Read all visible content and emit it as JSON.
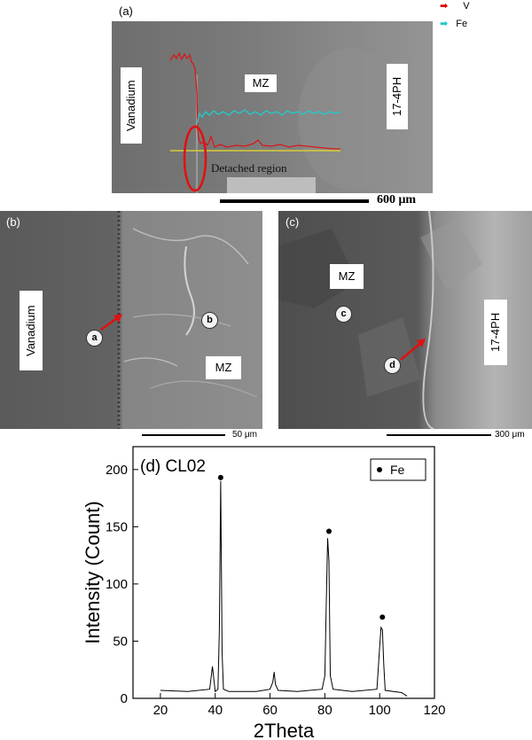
{
  "panel_a": {
    "letter": "(a)",
    "legend": [
      {
        "label": "V",
        "color": "#e00000"
      },
      {
        "label": "Fe",
        "color": "#22cccc"
      }
    ],
    "label_vanadium": "Vanadium",
    "label_mz": "MZ",
    "label_174ph": "17-4PH",
    "detached": "Detached region",
    "scale": "600 μm",
    "v_profile_color": "#d81818",
    "fe_profile_color": "#22cccc"
  },
  "panel_b": {
    "letter": "(b)",
    "label_vanadium": "Vanadium",
    "label_mz": "MZ",
    "point_a": "a",
    "point_b": "b",
    "scale": "50 μm"
  },
  "panel_c": {
    "letter": "(c)",
    "label_mz": "MZ",
    "label_174ph": "17-4PH",
    "point_c": "c",
    "point_d": "d",
    "scale": "300 μm"
  },
  "arrow_color": "#e01010",
  "chart_data": {
    "type": "line",
    "title": "(d) CL02",
    "xlabel": "2Theta",
    "ylabel": "Intensity (Count)",
    "xlim": [
      10,
      120
    ],
    "ylim": [
      0,
      220
    ],
    "xticks": [
      20,
      40,
      60,
      80,
      100,
      120
    ],
    "yticks": [
      0,
      50,
      100,
      150,
      200
    ],
    "legend": "Fe",
    "legend_position": "top-right",
    "series": [
      {
        "x": [
          20,
          30,
          38,
          39,
          40,
          41,
          41.5,
          42,
          42.5,
          43,
          45,
          55,
          60,
          61,
          61.5,
          62,
          63,
          70,
          79,
          80,
          80.5,
          81,
          81.5,
          82,
          83,
          90,
          99,
          100,
          100.5,
          101,
          101.5,
          102,
          108,
          110
        ],
        "y": [
          7,
          6,
          8,
          28,
          6,
          8,
          60,
          190,
          40,
          8,
          6,
          6,
          8,
          14,
          23,
          12,
          7,
          6,
          8,
          20,
          80,
          140,
          120,
          20,
          8,
          6,
          8,
          45,
          62,
          60,
          30,
          7,
          5,
          2
        ]
      }
    ],
    "markers": [
      {
        "x": 42,
        "y": 193,
        "label": "Fe"
      },
      {
        "x": 81.5,
        "y": 146,
        "label": "Fe"
      },
      {
        "x": 101,
        "y": 71,
        "label": "Fe"
      }
    ]
  }
}
